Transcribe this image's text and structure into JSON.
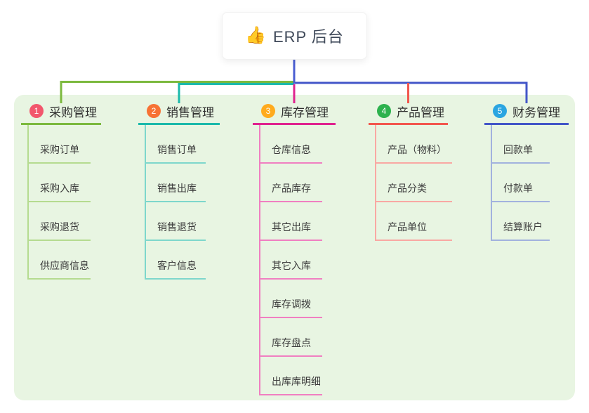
{
  "root": {
    "emoji": "👍",
    "title": "ERP 后台"
  },
  "colors": {
    "canvas_bg": "#ffffff",
    "panel_bg": "#e8f5e2",
    "trunk": "#4a5ed2"
  },
  "branches": [
    {
      "num": "1",
      "label": "采购管理",
      "badge_color": "#f2566c",
      "line_color": "#7cb93e",
      "light_color": "#b5db90",
      "children": [
        "采购订单",
        "采购入库",
        "采购退货",
        "供应商信息"
      ]
    },
    {
      "num": "2",
      "label": "销售管理",
      "badge_color": "#f77234",
      "line_color": "#1bb9ab",
      "light_color": "#7ed7cc",
      "children": [
        "销售订单",
        "销售出库",
        "销售退货",
        "客户信息"
      ]
    },
    {
      "num": "3",
      "label": "库存管理",
      "badge_color": "#ffab1e",
      "line_color": "#e0238f",
      "light_color": "#f07fc1",
      "children": [
        "仓库信息",
        "产品库存",
        "其它出库",
        "其它入库",
        "库存调拨",
        "库存盘点",
        "出库库明细"
      ]
    },
    {
      "num": "4",
      "label": "产品管理",
      "badge_color": "#2db24e",
      "line_color": "#f2574e",
      "light_color": "#f9a8a3",
      "children": [
        "产品（物料）",
        "产品分类",
        "产品单位"
      ]
    },
    {
      "num": "5",
      "label": "财务管理",
      "badge_color": "#2aa5e1",
      "line_color": "#4356c8",
      "light_color": "#a2b2de",
      "children": [
        "回款单",
        "付款单",
        "结算账户"
      ]
    }
  ]
}
